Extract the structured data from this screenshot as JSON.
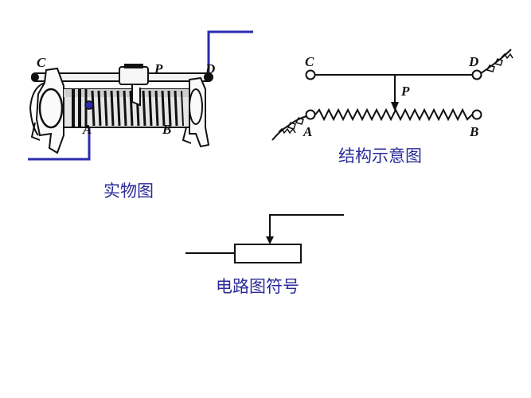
{
  "photo_panel": {
    "caption": "实物图",
    "labels": {
      "c": "C",
      "p": "P",
      "d": "D",
      "a": "A",
      "b": "B"
    }
  },
  "structure_panel": {
    "caption": "结构示意图",
    "labels": {
      "c": "C",
      "d": "D",
      "p": "P",
      "a": "A",
      "b": "B"
    }
  },
  "symbol_panel": {
    "caption": "电路图符号"
  },
  "colors": {
    "wire": "#2b2bb0",
    "ink": "#111111",
    "caption": "#2a2a9a"
  }
}
